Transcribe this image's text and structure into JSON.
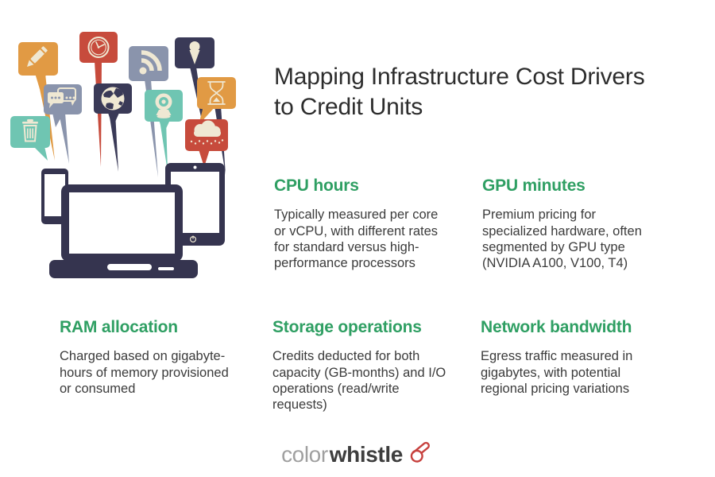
{
  "title": "Mapping Infrastructure Cost Drivers to Credit Units",
  "theme": {
    "accent_green": "#2f9f63",
    "title_color": "#2d2d2d",
    "body_color": "#3b3b3b",
    "logo_prefix_color": "#a0a0a0",
    "logo_suffix_color": "#3e3e3e",
    "logo_icon_color": "#c7413e"
  },
  "sections": [
    {
      "id": "cpu-hours",
      "heading": "CPU hours",
      "body": "Typically measured per core or vCPU, with different rates for standard versus high-performance processors"
    },
    {
      "id": "gpu-minutes",
      "heading": "GPU minutes",
      "body": "Premium pricing for specialized hardware, often segmented by GPU type (NVIDIA A100, V100, T4)"
    },
    {
      "id": "ram-allocation",
      "heading": "RAM allocation",
      "body": "Charged based on gigabyte-hours of memory provisioned or consumed"
    },
    {
      "id": "storage-operations",
      "heading": "Storage operations",
      "body": "Credits deducted for both capacity (GB-months) and I/O operations (read/write requests)"
    },
    {
      "id": "network-bandwidth",
      "heading": "Network bandwidth",
      "body": "Egress traffic measured in gigabytes, with potential regional pricing variations"
    }
  ],
  "logo": {
    "prefix": "color",
    "suffix": "whistle",
    "icon": "whistle-icon"
  },
  "illustration": {
    "description": "cluster of pinned app-icon speech bubbles above laptop, tablet and phone",
    "icons": [
      "pencil",
      "clock",
      "rss",
      "ice-cream",
      "chat",
      "globe",
      "webcam",
      "hourglass",
      "trash",
      "rain-cloud"
    ],
    "palette": {
      "orange": "#E19A44",
      "red": "#C74B3C",
      "slate": "#8A94AC",
      "navy": "#3A3A57",
      "teal": "#6FC5B2",
      "cream": "#EFE8D3",
      "device_dark": "#35344F"
    }
  }
}
